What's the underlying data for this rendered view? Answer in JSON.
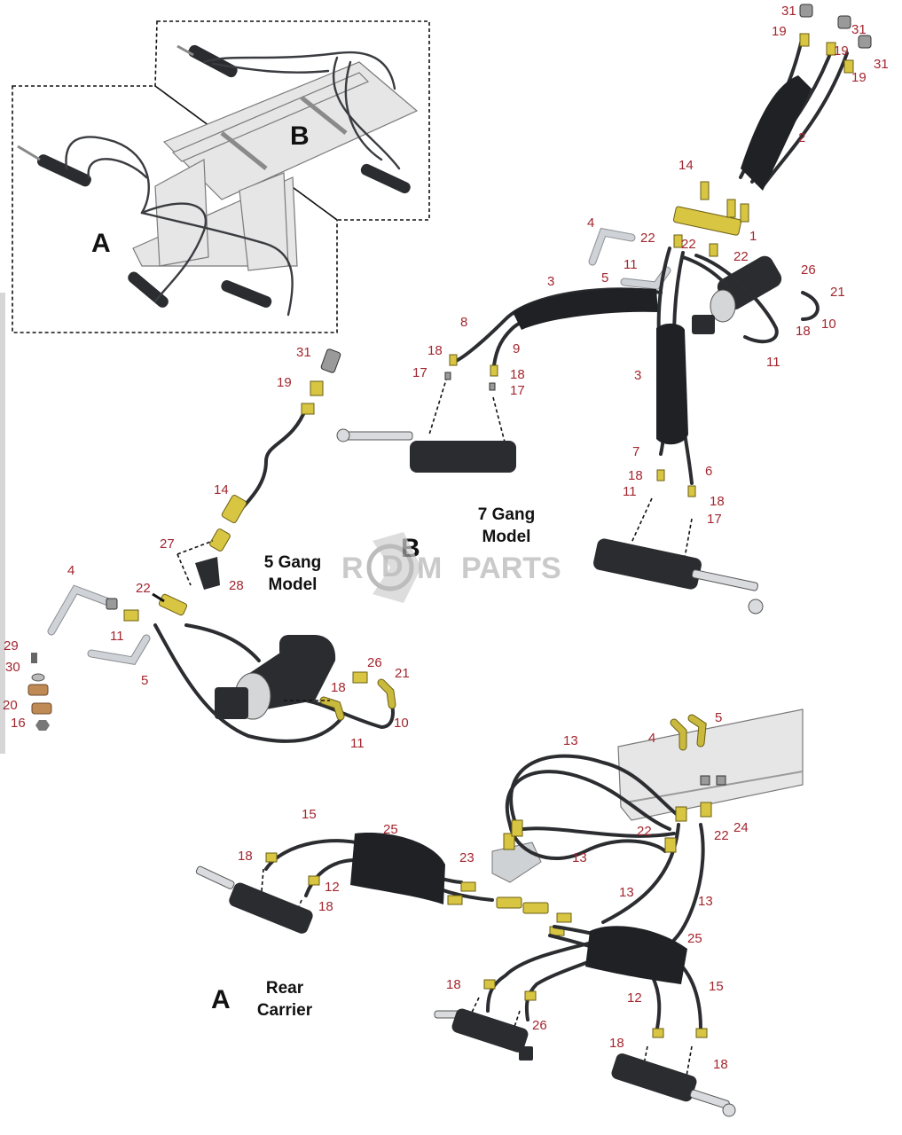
{
  "sections": {
    "overview": {
      "a": "A",
      "b": "B"
    },
    "seven_gang": {
      "letter": "B",
      "line1": "7 Gang",
      "line2": "Model"
    },
    "five_gang": {
      "line1": "5 Gang",
      "line2": "Model"
    },
    "rear_carrier": {
      "letter": "A",
      "line1": "Rear",
      "line2": "Carrier"
    }
  },
  "watermark": {
    "text": "PARTS",
    "glyph_r": "R",
    "glyph_d": "D",
    "glyph_m": "M"
  },
  "colors": {
    "callout": "#a3262f",
    "hose": "#2b2d30",
    "fitting": "#d8c542",
    "frame": "#e6e6e6"
  },
  "callouts": {
    "b_top": [
      "31",
      "19",
      "31",
      "19",
      "31",
      "19",
      "2",
      "14",
      "1",
      "22",
      "22",
      "22",
      "4",
      "11",
      "5",
      "3",
      "26",
      "21",
      "10",
      "18",
      "11",
      "8",
      "9",
      "18",
      "17",
      "18",
      "17",
      "3",
      "7",
      "6",
      "18",
      "11",
      "18",
      "17"
    ],
    "five": [
      "31",
      "19",
      "14",
      "27",
      "28",
      "4",
      "22",
      "11",
      "5",
      "29",
      "30",
      "20",
      "16",
      "26",
      "21",
      "18",
      "10",
      "11"
    ],
    "a_rear": [
      "13",
      "5",
      "4",
      "13",
      "15",
      "25",
      "18",
      "12",
      "18",
      "23",
      "22",
      "24",
      "22",
      "13",
      "13",
      "25",
      "18",
      "15",
      "12",
      "26",
      "18",
      "18"
    ]
  }
}
